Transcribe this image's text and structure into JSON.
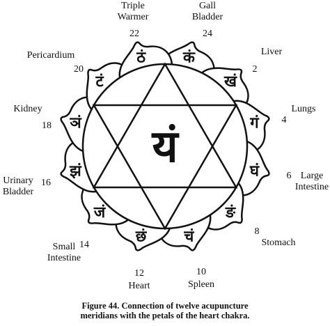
{
  "center_symbol": "यं",
  "caption": {
    "line1": "Figure 44. Connection of twelve acupuncture",
    "line2": "meridians with the petals of the heart chakra."
  },
  "petals": [
    {
      "glyph": "कं"
    },
    {
      "glyph": "खं"
    },
    {
      "glyph": "गं"
    },
    {
      "glyph": "घं"
    },
    {
      "glyph": "ङं"
    },
    {
      "glyph": "चं"
    },
    {
      "glyph": "छं"
    },
    {
      "glyph": "जं"
    },
    {
      "glyph": "झं"
    },
    {
      "glyph": "ञं"
    },
    {
      "glyph": "टं"
    },
    {
      "glyph": "ठं"
    }
  ],
  "labels": [
    {
      "number": "24",
      "name_lines": [
        "Gall",
        "Bladder"
      ]
    },
    {
      "number": "2",
      "name_lines": [
        "Liver"
      ]
    },
    {
      "number": "4",
      "name_lines": [
        "Lungs"
      ]
    },
    {
      "number": "6",
      "name_lines": [
        "Large",
        "Intestine"
      ]
    },
    {
      "number": "8",
      "name_lines": [
        "Stomach"
      ]
    },
    {
      "number": "10",
      "name_lines": [
        "Spleen"
      ]
    },
    {
      "number": "12",
      "name_lines": [
        "Heart"
      ]
    },
    {
      "number": "14",
      "name_lines": [
        "Small",
        "Intestine"
      ]
    },
    {
      "number": "16",
      "name_lines": [
        "Urinary",
        "Bladder"
      ]
    },
    {
      "number": "18",
      "name_lines": [
        "Kidney"
      ]
    },
    {
      "number": "20",
      "name_lines": [
        "Pericardium"
      ]
    },
    {
      "number": "22",
      "name_lines": [
        "Triple",
        "Warmer"
      ]
    }
  ]
}
